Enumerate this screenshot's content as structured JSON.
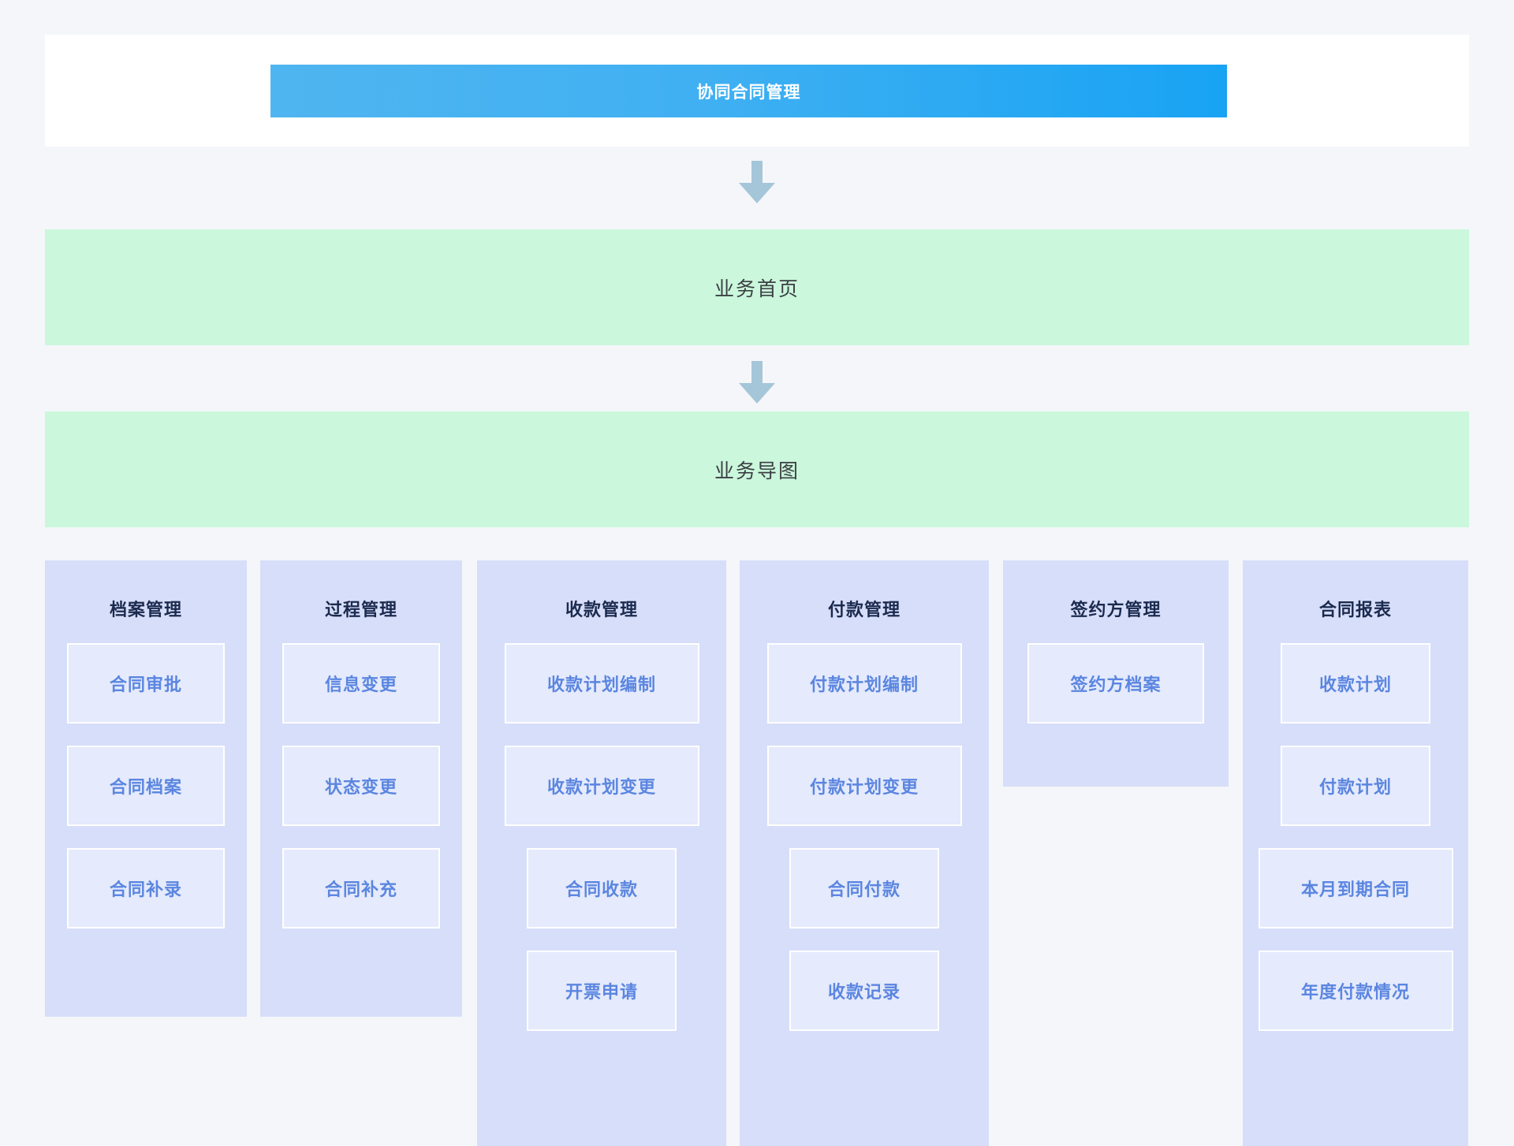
{
  "header": {
    "title": "协同合同管理"
  },
  "flow": {
    "arrow_icon": "arrow-down-icon",
    "steps": [
      {
        "label": "业务首页"
      },
      {
        "label": "业务导图"
      }
    ]
  },
  "colors": {
    "page_background": "#f5f6fa",
    "header_gradient_start": "#4fb5f0",
    "header_gradient_end": "#18a3f3",
    "header_text": "#ffffff",
    "band_green": "#cbf7dc",
    "band_text": "#3b3f44",
    "card_background": "#d7def9",
    "card_title_text": "#1b2a4e",
    "item_background": "#e5eafc",
    "item_border": "#ffffff",
    "item_text": "#5b86e0",
    "arrow": "#a5c6d9"
  },
  "columns": [
    {
      "title": "档案管理",
      "items": [
        {
          "label": "合同审批"
        },
        {
          "label": "合同档案"
        },
        {
          "label": "合同补录"
        }
      ]
    },
    {
      "title": "过程管理",
      "items": [
        {
          "label": "信息变更"
        },
        {
          "label": "状态变更"
        },
        {
          "label": "合同补充"
        }
      ]
    },
    {
      "title": "收款管理",
      "items": [
        {
          "label": "收款计划编制"
        },
        {
          "label": "收款计划变更"
        },
        {
          "label": "合同收款"
        },
        {
          "label": "开票申请"
        }
      ]
    },
    {
      "title": "付款管理",
      "items": [
        {
          "label": "付款计划编制"
        },
        {
          "label": "付款计划变更"
        },
        {
          "label": "合同付款"
        },
        {
          "label": "收款记录"
        }
      ]
    },
    {
      "title": "签约方管理",
      "items": [
        {
          "label": "签约方档案"
        }
      ]
    },
    {
      "title": "合同报表",
      "items": [
        {
          "label": "收款计划"
        },
        {
          "label": "付款计划"
        },
        {
          "label": "本月到期合同"
        },
        {
          "label": "年度付款情况"
        }
      ]
    }
  ]
}
